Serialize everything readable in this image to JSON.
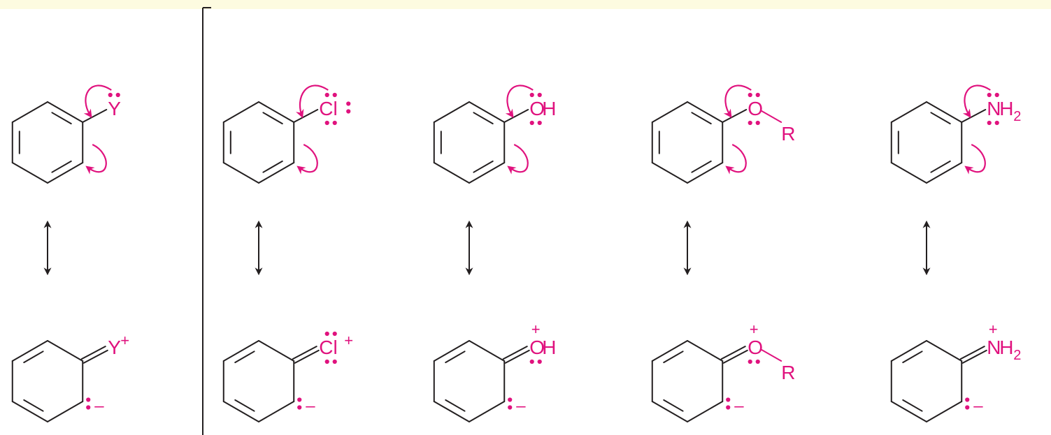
{
  "colors": {
    "background": "#ffffff",
    "top_band": "#fdfbe0",
    "bond": "#231f20",
    "accent": "#e0127e"
  },
  "columns": [
    {
      "id": "general",
      "atom": "Y",
      "suffix": "",
      "subscript": "",
      "r_group": ""
    },
    {
      "id": "chloro",
      "atom": "Cl",
      "suffix": "",
      "subscript": "",
      "r_group": ""
    },
    {
      "id": "hydroxy",
      "atom": "O",
      "suffix": "H",
      "subscript": "",
      "r_group": ""
    },
    {
      "id": "ether",
      "atom": "O",
      "suffix": "",
      "subscript": "",
      "r_group": "R"
    },
    {
      "id": "amino",
      "atom": "N",
      "suffix": "H",
      "subscript": "2",
      "r_group": ""
    }
  ],
  "charges": {
    "plus": "+",
    "minus": "–"
  },
  "arrows": {
    "resonance": "resonance-double-arrow-icon",
    "electron_push": "curved-arrow-icon"
  }
}
